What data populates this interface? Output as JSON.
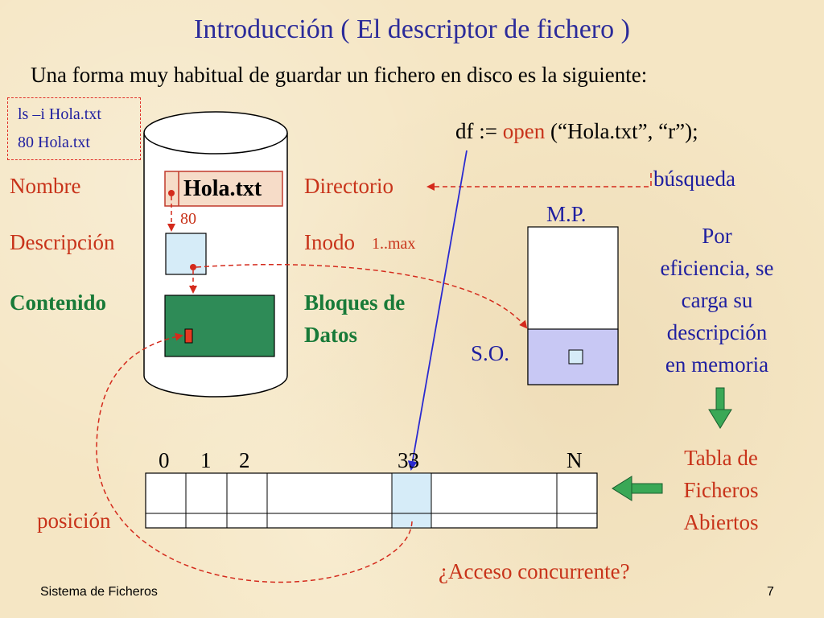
{
  "title": "Introducción ( El descriptor de fichero )",
  "subtitle": "Una forma muy habitual de guardar un fichero en disco es la siguiente:",
  "command_box": {
    "line1": "ls –i Hola.txt",
    "line2": "80  Hola.txt"
  },
  "open_call": {
    "prefix": "df := ",
    "open": "open",
    "args": " (“Hola.txt”, “r”);"
  },
  "search_label": "búsqueda",
  "disk": {
    "left_labels": {
      "name": "Nombre",
      "description": "Descripción",
      "content": "Contenido"
    },
    "right_labels": {
      "directory": "Directorio",
      "inode": "Inodo",
      "inode_range": "1..max",
      "data_blocks_line1": "Bloques de",
      "data_blocks_line2": "Datos"
    },
    "file_name": "Hola.txt",
    "inode_number": "80"
  },
  "memory": {
    "label": "M.P.",
    "os_label": "S.O."
  },
  "efficiency_note": [
    "Por",
    "eficiencia, se",
    "carga su",
    "descripción",
    "en memoria"
  ],
  "open_files_table": {
    "indices": [
      "0",
      "1",
      "2",
      "33",
      "N"
    ],
    "position_label": "posición",
    "name_lines": [
      "Tabla de",
      "Ficheros",
      "Abiertos"
    ]
  },
  "concurrent_access": "¿Acceso concurrente?",
  "footer": {
    "left": "Sistema de Ficheros",
    "page": "7"
  },
  "colors": {
    "background": "#f5e6c4",
    "title": "#2b2b9a",
    "red": "#c8331a",
    "green": "#187a38",
    "blue_text": "#1f1fa0",
    "inode_fill": "#d6ecf8",
    "data_fill": "#2e8b57",
    "os_fill": "#c8c8f4",
    "arrow_green": "#3aa856"
  }
}
